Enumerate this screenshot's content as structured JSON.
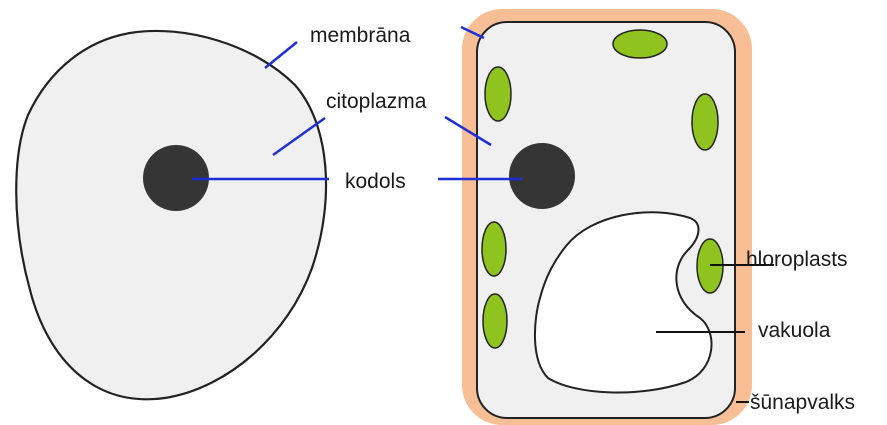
{
  "labels": {
    "membrane": "membrāna",
    "cytoplasm": "citoplazma",
    "nucleus": "kodols",
    "chloroplast": "hloroplasts",
    "vacuole": "vakuola",
    "cell_wall": "šūnapvalks"
  },
  "colors": {
    "background": "#ffffff",
    "cytoplasm_fill": "#f0f0f0",
    "outline": "#222222",
    "nucleus_fill": "#353535",
    "chloroplast_fill": "#8fc31f",
    "cell_wall_fill": "#f8bf96",
    "vacuole_fill": "#ffffff",
    "pointer_blue": "#1f2fd8",
    "pointer_black": "#111111"
  }
}
